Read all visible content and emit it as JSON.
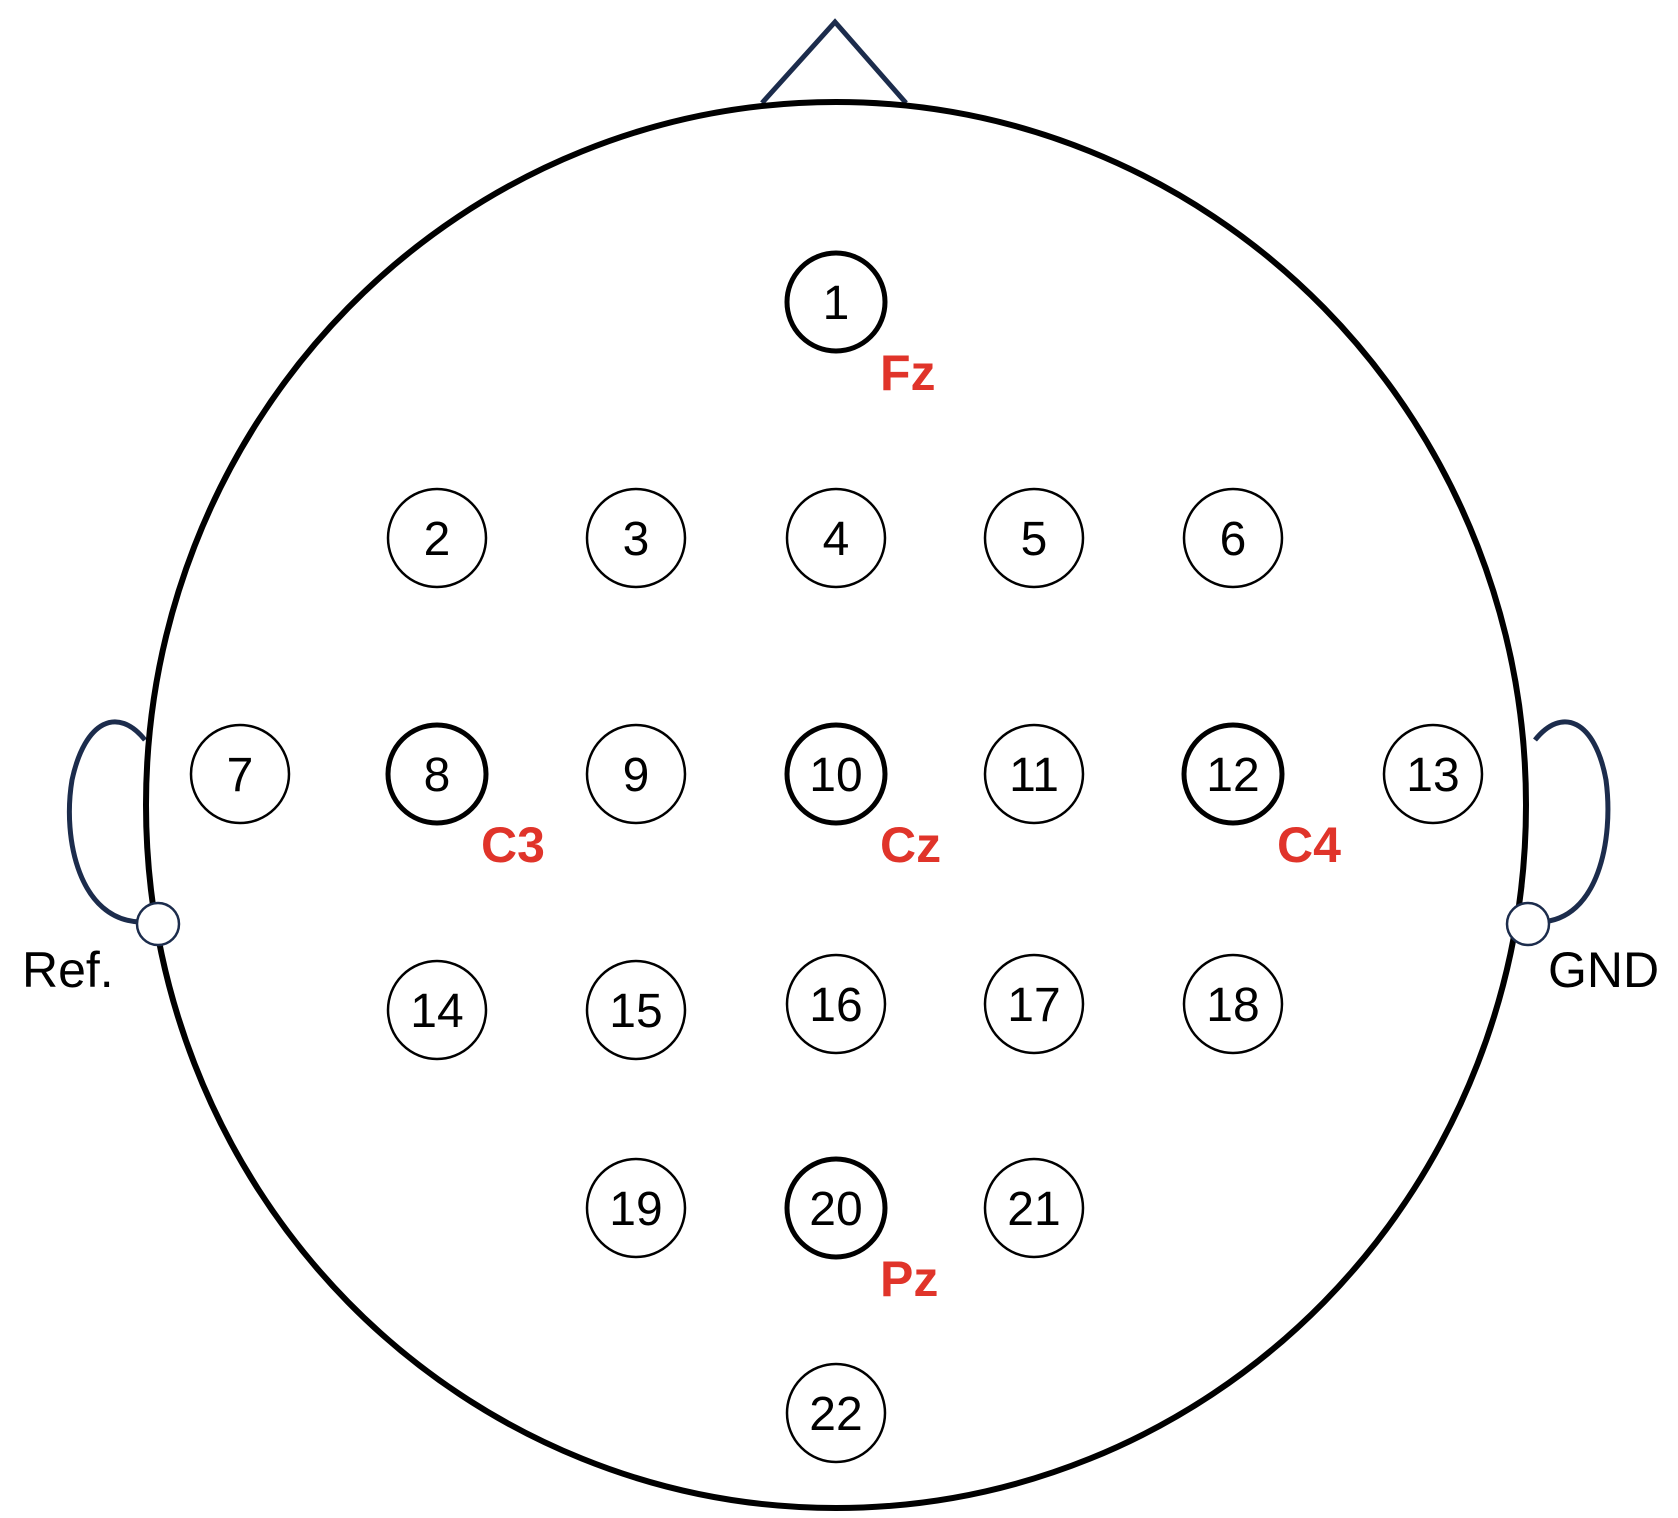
{
  "colors": {
    "head_outline": "#000000",
    "nose_ears": "#1c2c4c",
    "site_label": "#e0342a"
  },
  "electrodes": [
    {
      "id": "1",
      "emphasized": true
    },
    {
      "id": "2",
      "emphasized": false
    },
    {
      "id": "3",
      "emphasized": false
    },
    {
      "id": "4",
      "emphasized": false
    },
    {
      "id": "5",
      "emphasized": false
    },
    {
      "id": "6",
      "emphasized": false
    },
    {
      "id": "7",
      "emphasized": false
    },
    {
      "id": "8",
      "emphasized": true
    },
    {
      "id": "9",
      "emphasized": false
    },
    {
      "id": "10",
      "emphasized": true
    },
    {
      "id": "11",
      "emphasized": false
    },
    {
      "id": "12",
      "emphasized": true
    },
    {
      "id": "13",
      "emphasized": false
    },
    {
      "id": "14",
      "emphasized": false
    },
    {
      "id": "15",
      "emphasized": false
    },
    {
      "id": "16",
      "emphasized": false
    },
    {
      "id": "17",
      "emphasized": false
    },
    {
      "id": "18",
      "emphasized": false
    },
    {
      "id": "19",
      "emphasized": false
    },
    {
      "id": "20",
      "emphasized": true
    },
    {
      "id": "21",
      "emphasized": false
    },
    {
      "id": "22",
      "emphasized": false
    }
  ],
  "site_labels": [
    {
      "text": "Fz",
      "electrode": "1"
    },
    {
      "text": "C3",
      "electrode": "8"
    },
    {
      "text": "Cz",
      "electrode": "10"
    },
    {
      "text": "C4",
      "electrode": "12"
    },
    {
      "text": "Pz",
      "electrode": "20"
    }
  ],
  "reference": {
    "label": "Ref."
  },
  "ground": {
    "label": "GND"
  }
}
